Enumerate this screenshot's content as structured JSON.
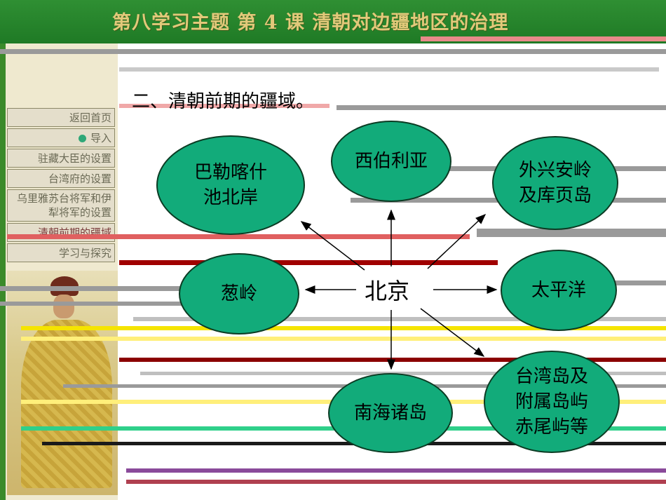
{
  "header": {
    "title": "第八学习主题  第 4 课  清朝对边疆地区的治理"
  },
  "sidebar": {
    "items": [
      {
        "label": "返回首页"
      },
      {
        "label": "导入"
      },
      {
        "label": "驻藏大臣的设置"
      },
      {
        "label": "台湾府的设置"
      },
      {
        "label": "乌里雅苏台将军和伊犁将军的设置"
      },
      {
        "label": "清朝前期的疆域"
      },
      {
        "label": "学习与探究"
      }
    ]
  },
  "content": {
    "title": "二、清朝前期的疆域。",
    "center": "北京",
    "nodes": {
      "n1": "巴勒喀什池北岸",
      "n2": "西伯利亚",
      "n3": "外兴安岭及库页岛",
      "n4": "葱岭",
      "n5": "太平洋",
      "n6": "南海诸岛",
      "n7": "台湾岛及附属岛屿赤尾屿等"
    }
  },
  "colors": {
    "header": "#1f7a25",
    "title_text": "#e2c97a",
    "node_fill": "#12ab7a"
  }
}
